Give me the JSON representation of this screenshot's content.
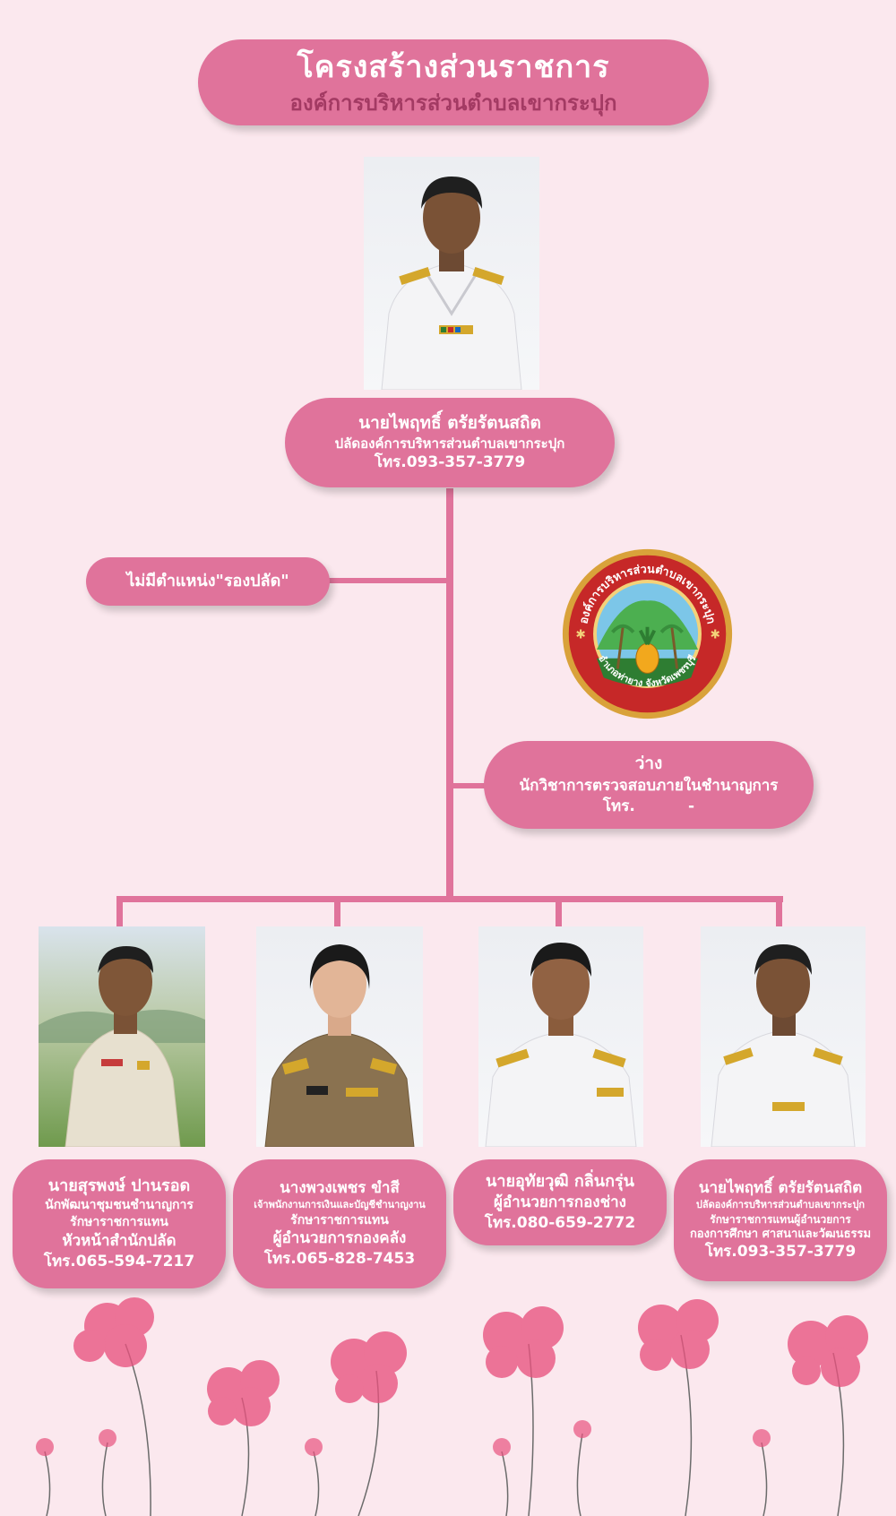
{
  "header": {
    "title": "โครงสร้างส่วนราชการ",
    "subtitle": "องค์การบริหารส่วนตำบลเขากระปุก"
  },
  "chief": {
    "name": "นายไพฤทธิ์    ตรัยรัตนสถิต",
    "position": "ปลัดองค์การบริหารส่วนตำบลเขากระปุก",
    "tel": "โทร.093-357-3779"
  },
  "deputy_note": "ไม่มีตำแหน่ง\"รองปลัด\"",
  "seal": {
    "top_text": "องค์การบริหารส่วนตำบลเขากระปุก",
    "bottom_text": "อำเภอท่ายาง จังหวัดเพชรบุรี"
  },
  "auditor": {
    "status": "ว่าง",
    "position": "นักวิชาการตรวจสอบภายในชำนาญการ",
    "tel": "โทร.          -"
  },
  "staff": [
    {
      "name": "นายสุรพงษ์   ปานรอด",
      "lines": [
        "นักพัฒนาชุมชนชำนาญการ",
        "รักษาราชการแทน",
        "หัวหน้าสำนักปลัด"
      ],
      "tel": "โทร.065-594-7217"
    },
    {
      "name": "นางพวงเพชร   ขำสี",
      "lines": [
        "เจ้าพนักงานการเงินและบัญชีชำนาญงาน",
        "รักษาราชการแทน",
        "ผู้อำนวยการกองคลัง"
      ],
      "tel": "โทร.065-828-7453"
    },
    {
      "name": "นายอุทัยวุฒิ   กลิ่นกรุ่น",
      "lines": [
        "ผู้อำนวยการกองช่าง"
      ],
      "tel": "โทร.080-659-2772"
    },
    {
      "name": "นายไพฤทธิ์  ตรัยรัตนสถิต",
      "lines": [
        "ปลัดองค์การบริหารส่วนตำบลเขากระปุก",
        "รักษาราชการแทนผู้อำนวยการ",
        "กองการศึกษา ศาสนาและวัฒนธรรม"
      ],
      "tel": "โทร.093-357-3779"
    }
  ],
  "colors": {
    "accent": "#e0739b",
    "background": "#fbe8ee",
    "seal_gold": "#c98a1c",
    "seal_red": "#c62828"
  }
}
